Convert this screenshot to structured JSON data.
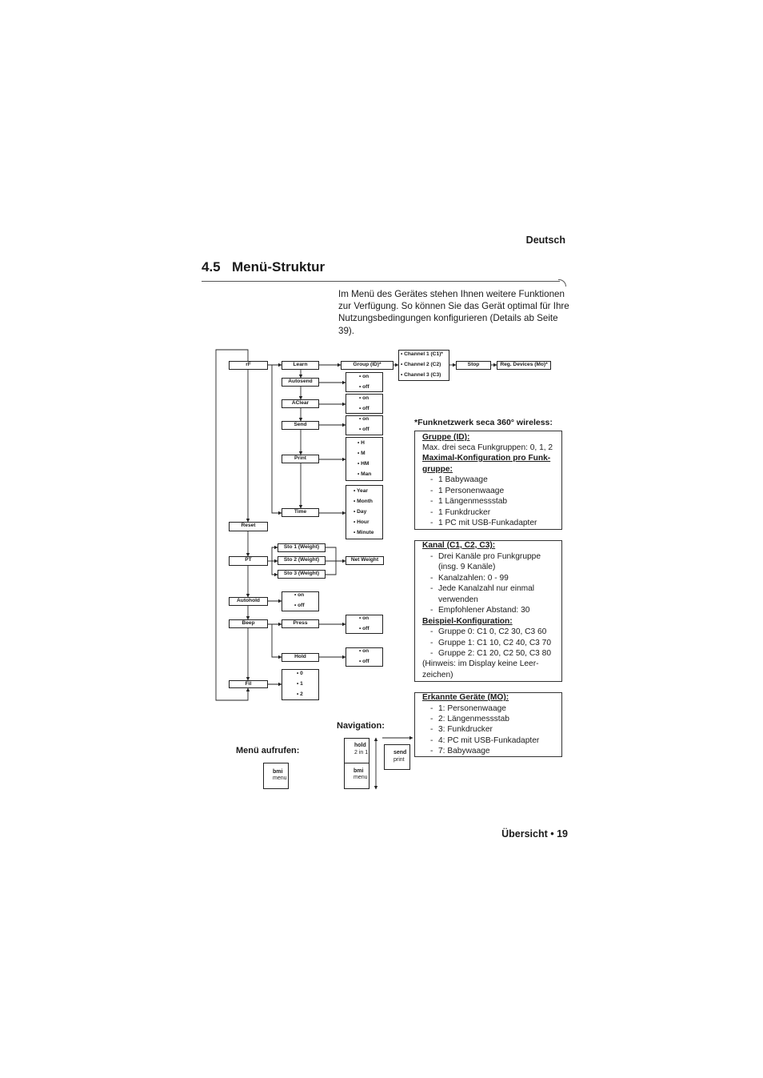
{
  "header": {
    "language": "Deutsch"
  },
  "section": {
    "number": "4.5",
    "title": "Menü-Struktur"
  },
  "intro": "Im Menü des Gerätes stehen Ihnen weitere Funktionen zur Verfügung. So können Sie das Gerät optimal für Ihre Nutzungsbedingungen konfigurieren (Details ab Seite 39).",
  "menu": {
    "rF": "rF",
    "learn": "Learn",
    "group_id": "Group (ID)*",
    "channels": [
      "• Channel 1 (C1)*",
      "• Channel 2 (C2)",
      "• Channel 3 (C3)"
    ],
    "stop": "Stop",
    "reg_devices": "Reg. Devices (Mo)*",
    "autosend": "Autosend",
    "aclear": "AClear",
    "send": "Send",
    "print": "Print",
    "time": "Time",
    "reset": "Reset",
    "pt": "PT",
    "sto": [
      "Sto 1 (Weight)",
      "Sto 2 (Weight)",
      "Sto 3 (Weight)"
    ],
    "net_weight": "Net Weight",
    "autohold": "Autohold",
    "beep": "Beep",
    "press": "Press",
    "hold": "Hold",
    "fil": "Fil",
    "on": "• on",
    "off": "• off",
    "print_opts": [
      "• H",
      "• M",
      "• HM",
      "• Man"
    ],
    "time_opts": [
      "• Year",
      "• Month",
      "• Day",
      "• Hour",
      "• Minute"
    ],
    "fil_opts": [
      "• 0",
      "• 1",
      "• 2"
    ]
  },
  "info": {
    "heading": "*Funknetzwerk seca 360° wireless:",
    "box1": {
      "h1": "Gruppe (ID):",
      "t1": "Max. drei seca Funkgruppen: 0, 1, 2",
      "h2a": "Maximal-Konfiguration pro Funk-",
      "h2b": "gruppe:",
      "items": [
        "1 Babywaage",
        "1 Personenwaage",
        "1 Längenmessstab",
        "1 Funkdrucker",
        "1 PC mit USB-Funkadapter"
      ]
    },
    "box2": {
      "h1": "Kanal (C1, C2, C3):",
      "items": [
        "Drei Kanäle pro Funkgruppe",
        "(insg. 9 Kanäle)",
        "Kanalzahlen: 0 - 99",
        "Jede Kanalzahl nur einmal",
        "verwenden",
        "Empfohlener Abstand: 30"
      ],
      "h2": "Beispiel-Konfiguration:",
      "items2": [
        "Gruppe 0: C1 0, C2 30, C3 60",
        "Gruppe 1: C1 10, C2 40, C3 70",
        "Gruppe 2: C1 20, C2 50, C3 80"
      ],
      "note1": "(Hinweis: im Display keine Leer-",
      "note2": "zeichen)"
    },
    "box3": {
      "h1": "Erkannte Geräte (MO):",
      "items": [
        "1: Personenwaage",
        "2: Längenmessstab",
        "3: Funkdrucker",
        "4: PC mit USB-Funkadapter",
        "7: Babywaage"
      ]
    },
    "dash": "-"
  },
  "navigation": {
    "label": "Navigation:",
    "menu_label": "Menü aufrufen:",
    "keys": {
      "hold": "hold",
      "two_in_one": "2 in 1",
      "bmi": "bmi",
      "menu": "menu",
      "send": "send",
      "print": "print"
    }
  },
  "footer": "Übersicht • 19"
}
